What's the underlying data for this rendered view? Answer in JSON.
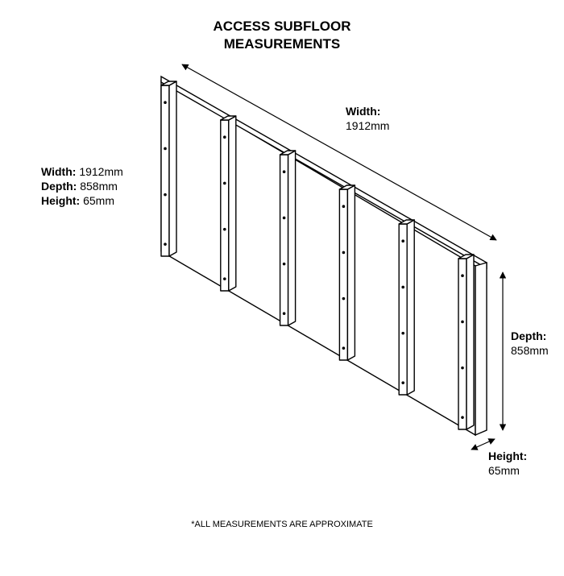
{
  "title": {
    "line1": "ACCESS SUBFLOOR",
    "line2": "MEASUREMENTS"
  },
  "specs": [
    {
      "label": "Width:",
      "value": "1912mm"
    },
    {
      "label": "Depth:",
      "value": "858mm"
    },
    {
      "label": "Height:",
      "value": "65mm"
    }
  ],
  "dimensions": {
    "width": {
      "label": "Width:",
      "value": "1912mm"
    },
    "depth": {
      "label": "Depth:",
      "value": "858mm"
    },
    "height": {
      "label": "Height:",
      "value": "65mm"
    }
  },
  "footnote": "*ALL MEASUREMENTS ARE APPROXIMATE",
  "colors": {
    "line": "#000000",
    "fill": "#ffffff"
  },
  "joist_count": 6
}
